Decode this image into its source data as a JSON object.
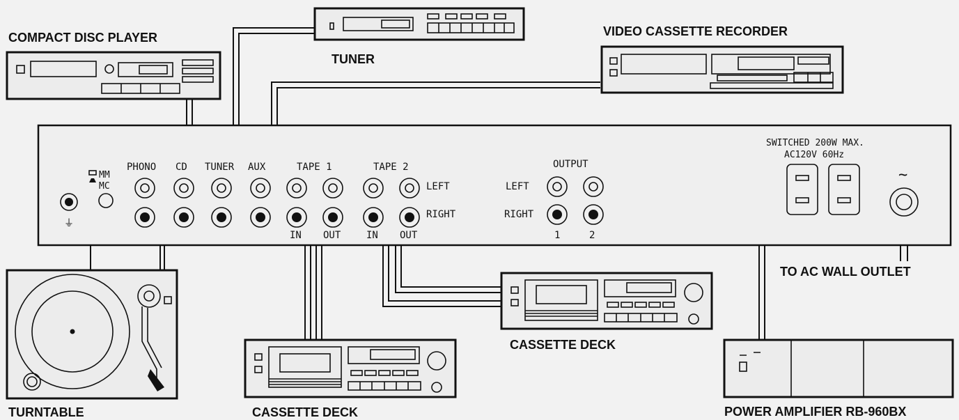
{
  "devices": {
    "cd_player": "COMPACT DISC PLAYER",
    "tuner": "TUNER",
    "vcr": "VIDEO CASSETTE RECORDER",
    "turntable": "TURNTABLE",
    "cassette_deck_1": "CASSETTE DECK",
    "cassette_deck_2": "CASSETTE DECK",
    "power_amp": "POWER  AMPLIFIER  RB-960BX",
    "wall_outlet": "TO AC WALL OUTLET"
  },
  "panel": {
    "mm": "MM",
    "mc": "MC",
    "phono": "PHONO",
    "cd": "CD",
    "tuner": "TUNER",
    "aux": "AUX",
    "tape1": "TAPE 1",
    "tape2": "TAPE 2",
    "left": "LEFT",
    "right": "RIGHT",
    "in1": "IN",
    "out1": "OUT",
    "in2": "IN",
    "out2": "OUT",
    "output": "OUTPUT",
    "output_left": "LEFT",
    "output_right": "RIGHT",
    "out_num1": "1",
    "out_num2": "2",
    "switched": "SWITCHED 200W MAX.",
    "ac": "AC120V 60Hz",
    "ac_symbol": "~"
  }
}
